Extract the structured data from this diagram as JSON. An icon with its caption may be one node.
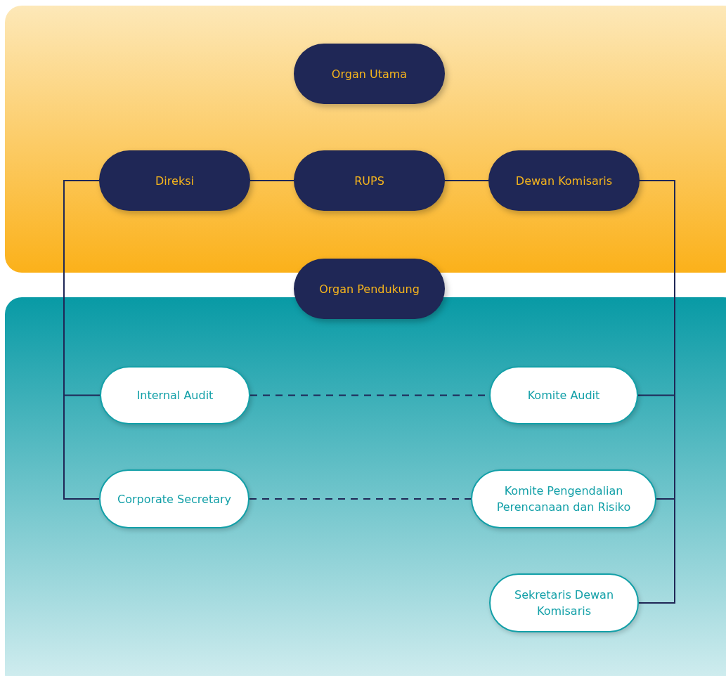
{
  "diagram": {
    "nodes": [
      {
        "text": [
          "Organ Utama"
        ]
      },
      {
        "text": [
          "Direksi"
        ]
      },
      {
        "text": [
          "RUPS"
        ]
      },
      {
        "text": [
          "Dewan Komisaris"
        ]
      },
      {
        "text": [
          "Organ Pendukung"
        ]
      },
      {
        "text": [
          "Internal Audit"
        ]
      },
      {
        "text": [
          "Komite Audit"
        ]
      },
      {
        "text": [
          "Corporate Secretary"
        ]
      },
      {
        "text": [
          "Komite Pengendalian Perencanaan dan Risiko"
        ]
      },
      {
        "text": [
          "Sekretaris Dewan Komisaris"
        ]
      }
    ],
    "edges": [
      {
        "from": 1,
        "to": 2,
        "arrow": "none"
      },
      {
        "from": 2,
        "to": 3,
        "arrow": "none"
      },
      {
        "from": 1,
        "to": 5,
        "arrow": "none"
      },
      {
        "from": 1,
        "to": 7,
        "arrow": "none"
      },
      {
        "from": 3,
        "to": 6,
        "arrow": "none"
      },
      {
        "from": 3,
        "to": 8,
        "arrow": "none"
      },
      {
        "from": 3,
        "to": 9,
        "arrow": "none"
      },
      {
        "from": 5,
        "to": 6,
        "arrow": "none",
        "style": "dashed"
      },
      {
        "from": 7,
        "to": 8,
        "arrow": "none",
        "style": "dashed"
      }
    ]
  }
}
